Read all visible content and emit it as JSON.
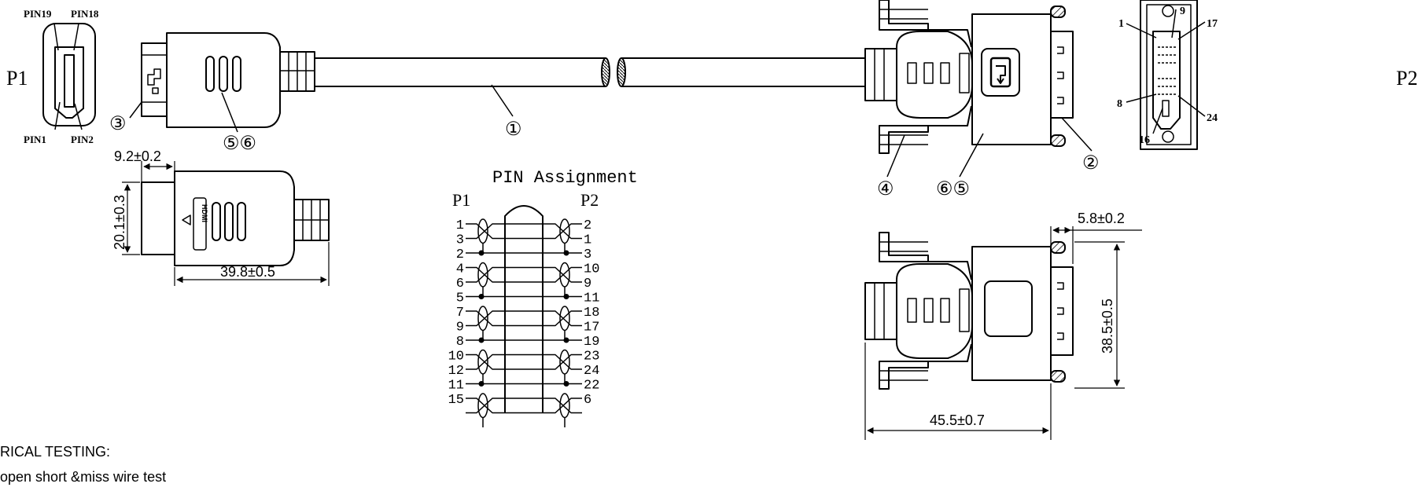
{
  "p1_connector": {
    "label": "P1",
    "pin19": "PIN19",
    "pin18": "PIN18",
    "pin1": "PIN1",
    "pin2": "PIN2"
  },
  "p2_connector": {
    "label": "P2",
    "pin_labels": [
      "1",
      "9",
      "17",
      "8",
      "24",
      "16"
    ]
  },
  "callouts": {
    "c1": "①",
    "c2": "②",
    "c3": "③",
    "c4": "④",
    "c56_left": "⑤⑥",
    "c65_right": "⑥⑤"
  },
  "dimensions": {
    "hdmi_tip": "9.2±0.2",
    "hdmi_height": "20.1±0.3",
    "hdmi_length": "39.8±0.5",
    "dvi_tip": "5.8±0.2",
    "dvi_height": "38.5±0.5",
    "dvi_length": "45.5±0.7"
  },
  "hdmi_logo_text": "HDMI",
  "pin_assignment": {
    "title": "PIN  Assignment",
    "left_header": "P1",
    "right_header": "P2",
    "rows": [
      {
        "p1": "1",
        "p2": "2"
      },
      {
        "p1": "3",
        "p2": "1"
      },
      {
        "p1": "2",
        "p2": "3"
      },
      {
        "p1": "4",
        "p2": "10"
      },
      {
        "p1": "6",
        "p2": "9"
      },
      {
        "p1": "5",
        "p2": "11"
      },
      {
        "p1": "7",
        "p2": "18"
      },
      {
        "p1": "9",
        "p2": "17"
      },
      {
        "p1": "8",
        "p2": "19"
      },
      {
        "p1": "10",
        "p2": "23"
      },
      {
        "p1": "12",
        "p2": "24"
      },
      {
        "p1": "11",
        "p2": "22"
      },
      {
        "p1": "15",
        "p2": "6"
      }
    ]
  },
  "notes": {
    "testing_heading": "RICAL TESTING:",
    "testing_line": "open short &miss wire test"
  }
}
